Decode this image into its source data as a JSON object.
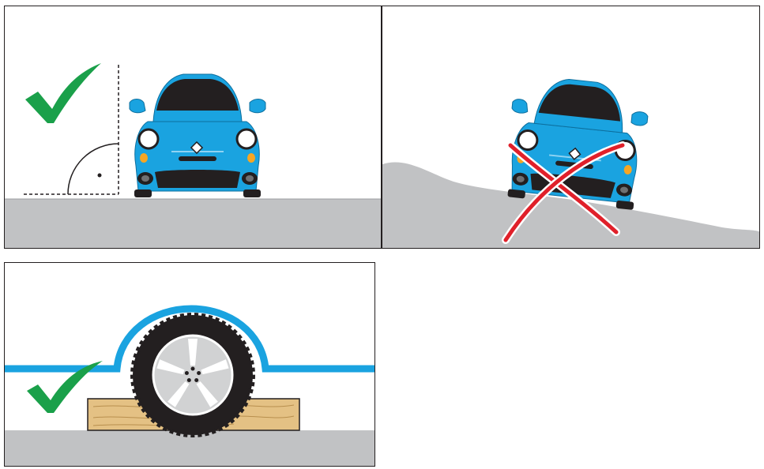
{
  "panels": [
    {
      "id": "level-ground",
      "verdict": "correct",
      "marker": "check-mark"
    },
    {
      "id": "sloped-ground",
      "verdict": "incorrect",
      "marker": "cross-mark"
    },
    {
      "id": "wheel-chock",
      "verdict": "correct",
      "marker": "check-mark"
    }
  ],
  "colors": {
    "car_body": "#1aa3e0",
    "car_body_dark": "#0f86c0",
    "windshield": "#231f20",
    "ground": "#c1c2c4",
    "check": "#1aa04a",
    "cross": "#e0202a",
    "wood": "#e4c184",
    "wood_dark": "#b88f4e",
    "tire": "#231f20",
    "rim": "#d1d2d3",
    "fender": "#1aa3e0"
  }
}
